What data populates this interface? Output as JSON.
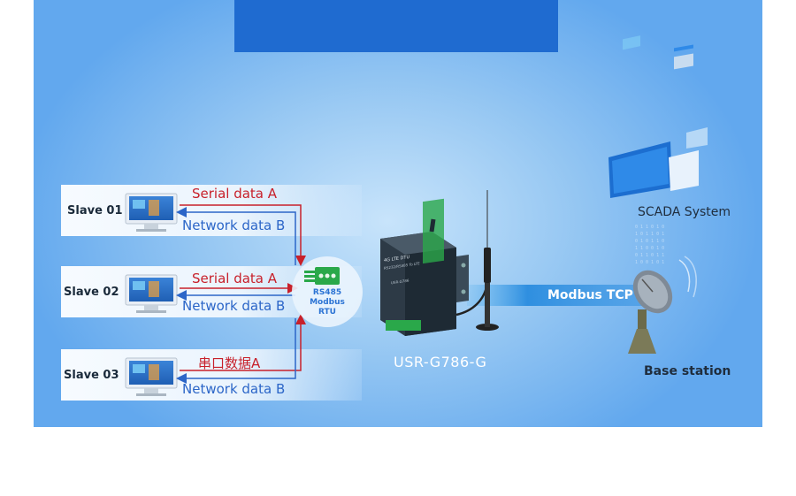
{
  "slaves": [
    {
      "label": "Slave 01",
      "top_label": "Serial data A",
      "bottom_label": "Network data B"
    },
    {
      "label": "Slave 02",
      "top_label": "Serial data A",
      "bottom_label": "Network data B"
    },
    {
      "label": "Slave 03",
      "top_label": "串口数据A",
      "bottom_label": "Network data B"
    }
  ],
  "rs485": {
    "line1": "RS485",
    "line2": "Modbus RTU"
  },
  "device": {
    "name": "USR-G786-G",
    "face_title": "4G LTE DTU",
    "face_sub": "RS232/RS485 To LTE",
    "face_model": "USR-G786"
  },
  "link": {
    "label": "Modbus TCP"
  },
  "scada": {
    "label": "SCADA System"
  },
  "base_station": {
    "label": "Base station"
  },
  "colors": {
    "serial": "#c8202a",
    "network": "#2c66c8",
    "banner": "#1f6bd0",
    "rs485_green": "#2aa84a"
  }
}
